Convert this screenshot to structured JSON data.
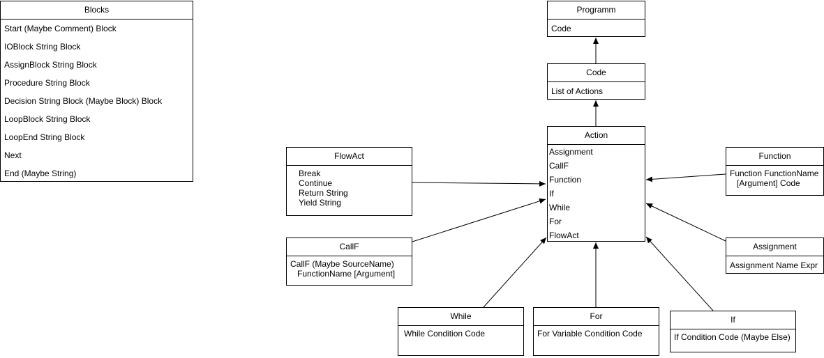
{
  "blocks": {
    "title": "Blocks",
    "items": [
      "Start (Maybe Comment) Block",
      "IOBlock String Block",
      "AssignBlock String Block",
      "Procedure String Block",
      "Decision String Block (Maybe Block) Block",
      "LoopBlock String Block",
      "LoopEnd String Block",
      "Next",
      "End (Maybe String)"
    ]
  },
  "programm": {
    "title": "Programm",
    "body": "Code"
  },
  "code": {
    "title": "Code",
    "body": "List of Actions"
  },
  "action": {
    "title": "Action",
    "items": [
      "Assignment",
      "CallF",
      "Function",
      "If",
      "While",
      "For",
      "FlowAct"
    ]
  },
  "flowact": {
    "title": "FlowAct",
    "lines": [
      "Break",
      "Continue",
      "Return String",
      "Yield String"
    ]
  },
  "callf": {
    "title": "CallF",
    "lines": [
      "CallF (Maybe SourceName)",
      "   FunctionName [Argument]"
    ]
  },
  "function": {
    "title": "Function",
    "lines": [
      "Function FunctionName",
      "   [Argument] Code"
    ]
  },
  "assignment": {
    "title": "Assignment",
    "body": "Assignment Name Expr"
  },
  "while": {
    "title": "While",
    "body": "While Condition Code"
  },
  "for": {
    "title": "For",
    "body": "For Variable Condition Code"
  },
  "if": {
    "title": "If",
    "body": "If Condition Code (Maybe Else)"
  }
}
